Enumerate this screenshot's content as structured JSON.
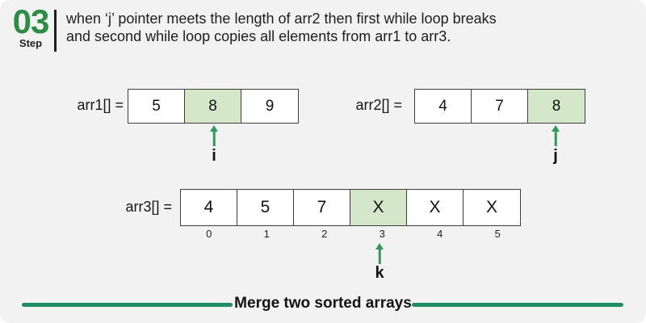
{
  "step": {
    "number": "03",
    "label": "Step"
  },
  "description": {
    "line1": "when ‘j’ pointer meets the length of arr2 then first while loop breaks",
    "line2": "and second while loop copies all elements from arr1 to arr3."
  },
  "arrays": {
    "arr1": {
      "label": "arr1[] =",
      "cells": [
        {
          "value": "5",
          "highlight": false
        },
        {
          "value": "8",
          "highlight": true
        },
        {
          "value": "9",
          "highlight": false
        }
      ],
      "pointer": "i"
    },
    "arr2": {
      "label": "arr2[] =",
      "cells": [
        {
          "value": "4",
          "highlight": false
        },
        {
          "value": "7",
          "highlight": false
        },
        {
          "value": "8",
          "highlight": true
        }
      ],
      "pointer": "j"
    },
    "arr3": {
      "label": "arr3[] =",
      "cells": [
        {
          "value": "4",
          "highlight": false
        },
        {
          "value": "5",
          "highlight": false
        },
        {
          "value": "7",
          "highlight": false
        },
        {
          "value": "X",
          "highlight": true
        },
        {
          "value": "X",
          "highlight": false
        },
        {
          "value": "X",
          "highlight": false
        }
      ],
      "indices": [
        "0",
        "1",
        "2",
        "3",
        "4",
        "5"
      ],
      "pointer": "k"
    }
  },
  "footer": {
    "title": "Merge two sorted arrays"
  },
  "colors": {
    "accent_green": "#2e8b48",
    "highlight_green": "#d4e8c9",
    "arrow_green": "#33985d",
    "line_green": "#1f8e62",
    "text_dark": "#1d1d1f",
    "cell_border": "#3d3d3d",
    "background": "#f1f2f1"
  }
}
